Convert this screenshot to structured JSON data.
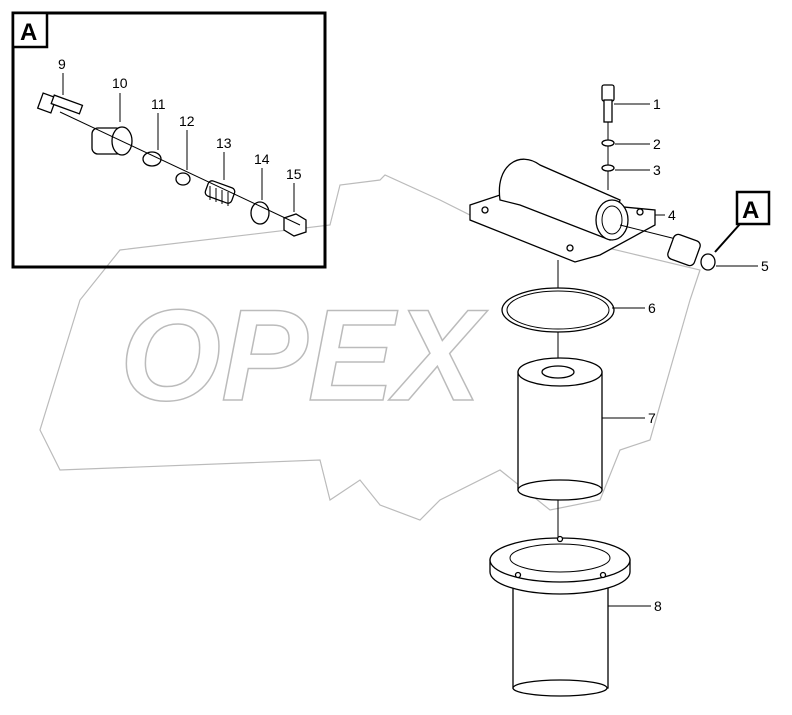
{
  "watermark": {
    "text": "OPEX"
  },
  "detail_view": {
    "label": "A"
  },
  "detail_marker": {
    "label": "A"
  },
  "callouts": {
    "main": [
      "1",
      "2",
      "3",
      "4",
      "5",
      "6",
      "7",
      "8"
    ],
    "detail": [
      "9",
      "10",
      "11",
      "12",
      "13",
      "14",
      "15"
    ]
  }
}
